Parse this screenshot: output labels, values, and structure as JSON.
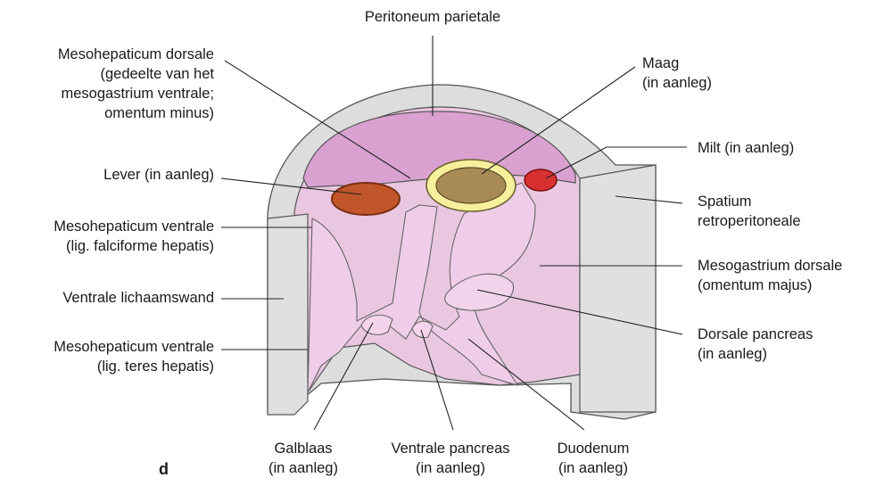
{
  "figure_letter": "d",
  "labels": {
    "peritoneum_parietale": "Peritoneum parietale",
    "mesohepaticum_dorsale": "Mesohepaticum dorsale\n(gedeelte van het\nmesogastrium ventrale;\nomentum minus)",
    "lever": "Lever (in aanleg)",
    "mesohepaticum_ventrale_falciforme": "Mesohepaticum ventrale\n(lig. falciforme hepatis)",
    "ventrale_lichaamswand": "Ventrale lichaamswand",
    "mesohepaticum_ventrale_teres": "Mesohepaticum ventrale\n(lig. teres hepatis)",
    "maag": "Maag\n(in aanleg)",
    "milt": "Milt (in aanleg)",
    "spatium_retroperitoneale": "Spatium\nretroperitoneale",
    "mesogastrium_dorsale": "Mesogastrium dorsale\n(omentum majus)",
    "dorsale_pancreas": "Dorsale pancreas\n(in aanleg)",
    "galblaas": "Galblaas\n(in aanleg)",
    "ventrale_pancreas": "Ventrale pancreas\n(in aanleg)",
    "duodenum": "Duodenum\n(in aanleg)"
  },
  "colors": {
    "wall_gray": "#dcdcdc",
    "cavity_pink": "#eac4e0",
    "membrane_magenta": "#c98bbd",
    "liver_red": "#c0562a",
    "stomach_yellow": "#f6ef9c",
    "stomach_brown": "#a88a55",
    "spleen_red": "#d83030"
  }
}
